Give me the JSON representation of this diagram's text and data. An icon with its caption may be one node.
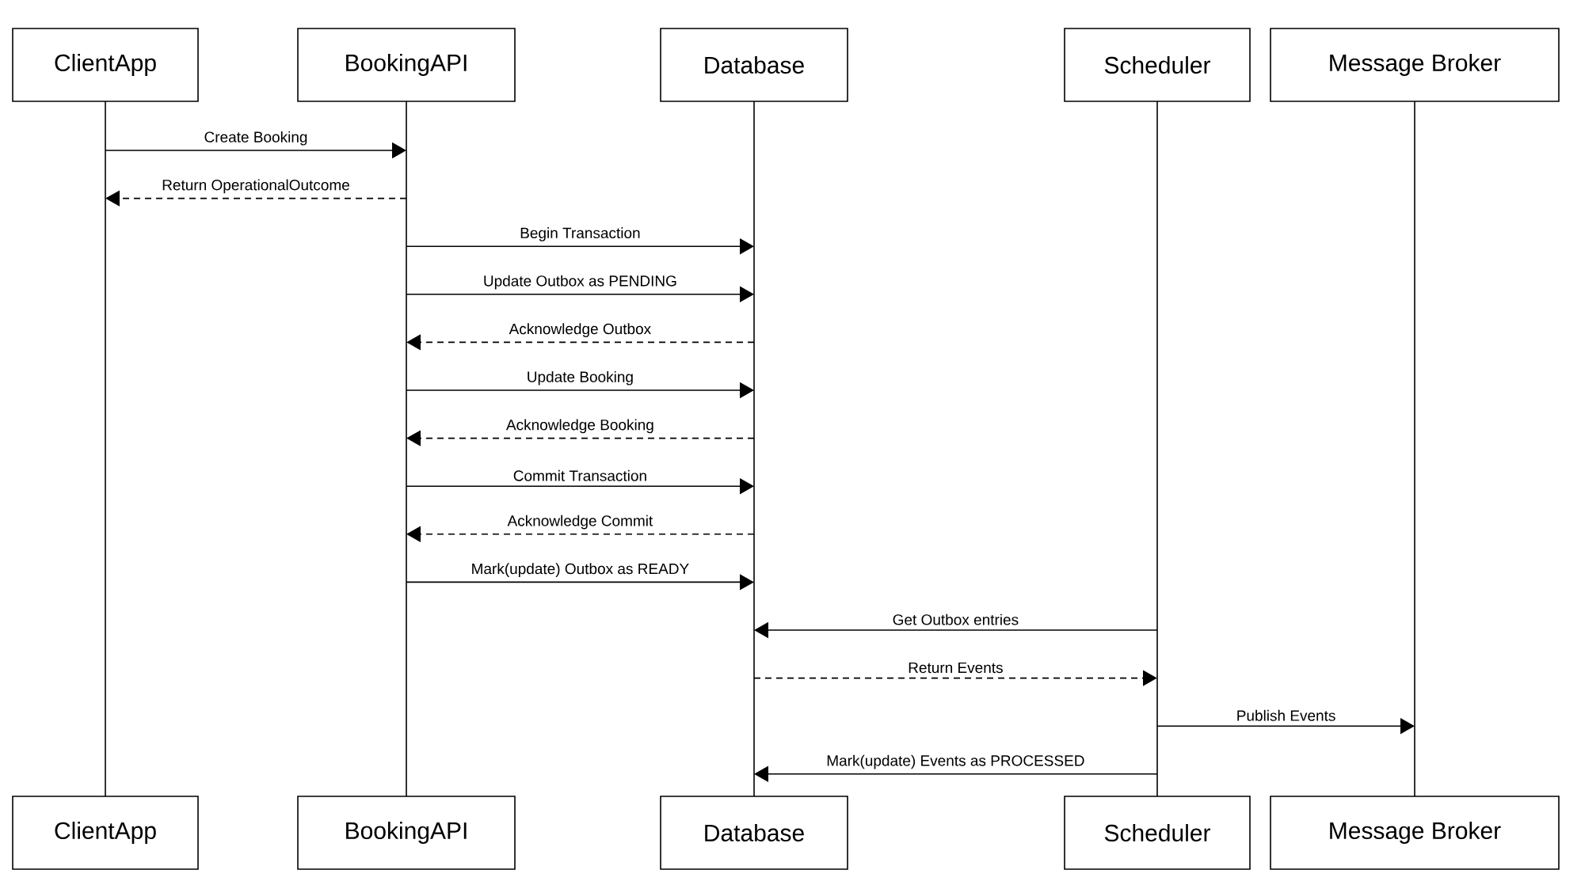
{
  "diagram": {
    "nodes": [
      {
        "text": [
          "ClientApp"
        ]
      },
      {
        "text": [
          "BookingAPI"
        ]
      },
      {
        "text": [
          "Database"
        ]
      },
      {
        "text": [
          "Scheduler"
        ]
      },
      {
        "text": [
          "Message Broker"
        ]
      },
      {
        "text": [
          "ClientApp"
        ]
      },
      {
        "text": [
          "BookingAPI"
        ]
      },
      {
        "text": [
          "Database"
        ]
      },
      {
        "text": [
          "Scheduler"
        ]
      },
      {
        "text": [
          "Message Broker"
        ]
      }
    ],
    "edges": [
      {
        "from": 0,
        "to": 1,
        "arrow": "to",
        "label": "Create Booking"
      },
      {
        "from": 1,
        "to": 0,
        "arrow": "to",
        "label": "Return OperationalOutcome",
        "style": "dashed"
      },
      {
        "from": 1,
        "to": 2,
        "arrow": "to",
        "label": "Begin Transaction"
      },
      {
        "from": 1,
        "to": 2,
        "arrow": "to",
        "label": "Update Outbox as PENDING"
      },
      {
        "from": 2,
        "to": 1,
        "arrow": "to",
        "label": "Acknowledge Outbox",
        "style": "dashed"
      },
      {
        "from": 1,
        "to": 2,
        "arrow": "to",
        "label": "Update Booking"
      },
      {
        "from": 2,
        "to": 1,
        "arrow": "to",
        "label": "Acknowledge Booking",
        "style": "dashed"
      },
      {
        "from": 1,
        "to": 2,
        "arrow": "to",
        "label": "Commit Transaction"
      },
      {
        "from": 2,
        "to": 1,
        "arrow": "to",
        "label": "Acknowledge Commit",
        "style": "dashed"
      },
      {
        "from": 1,
        "to": 2,
        "arrow": "to",
        "label": "Mark(update) Outbox as READY"
      },
      {
        "from": 3,
        "to": 2,
        "arrow": "to",
        "label": "Get Outbox entries"
      },
      {
        "from": 2,
        "to": 3,
        "arrow": "to",
        "label": "Return Events",
        "style": "dashed"
      },
      {
        "from": 3,
        "to": 4,
        "arrow": "to",
        "label": "Publish Events"
      },
      {
        "from": 3,
        "to": 2,
        "arrow": "to",
        "label": "Mark(update) Events as PROCESSED"
      }
    ]
  }
}
